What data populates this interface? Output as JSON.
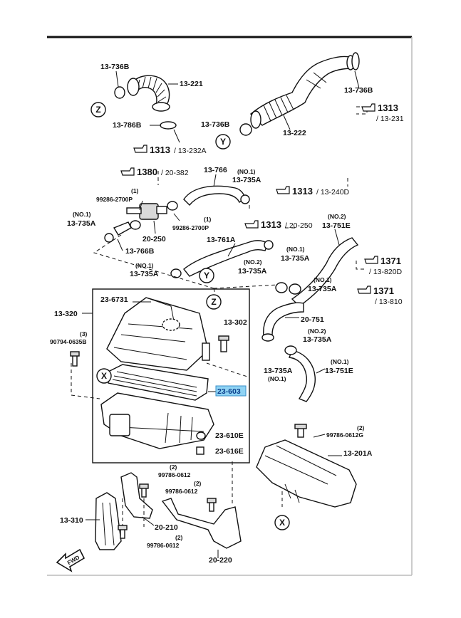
{
  "diagram": {
    "labels": {
      "p_13_736B_a": "13-736B",
      "p_13_221": "13-221",
      "p_13_786B": "13-786B",
      "p_13_736B_b": "13-736B",
      "p_13_222": "13-222",
      "p_13_736B_c": "13-736B",
      "p_13_766": "13-766",
      "p_no1_a": "(NO.1)",
      "p_13_735A_a": "13-735A",
      "p_qty1_a": "(1)",
      "p_99286_a": "99286-2700P",
      "p_no1_b": "(NO.1)",
      "p_13_735A_b": "13-735A",
      "p_20_250": "20-250",
      "p_qty1_b": "(1)",
      "p_99286_b": "99286-2700P",
      "p_13_766B": "13-766B",
      "p_13_761A": "13-761A",
      "p_no2_a": "(NO.2)",
      "p_13_751E_a": "13-751E",
      "p_no1_c": "(NO.1)",
      "p_13_735A_c": "13-735A",
      "p_no1_d": "(NO.1)",
      "p_13_735A_d": "13-735A",
      "p_no2_b": "(NO.2)",
      "p_13_735A_e": "13-735A",
      "p_no1_e": "(NO.1)",
      "p_13_735A_f": "13-735A",
      "p_13_320": "13-320",
      "p_23_6731": "23-6731",
      "p_13_302": "13-302",
      "p_qty3": "(3)",
      "p_90794": "90794-0635B",
      "p_20_751": "20-751",
      "p_no2_c": "(NO.2)",
      "p_13_735A_g": "13-735A",
      "p_13_735A_h": "13-735A",
      "p_no1_f": "(NO.1)",
      "p_no1_g": "(NO.1)",
      "p_13_751E_b": "13-751E",
      "p_23_603": "23-603",
      "p_23_610E": "23-610E",
      "p_23_616E": "23-616E",
      "p_qty2_a": "(2)",
      "p_99786_0612G": "99786-0612G",
      "p_13_201A": "13-201A",
      "p_qty2_b": "(2)",
      "p_99786_0612_a": "99786-0612",
      "p_qty2_c": "(2)",
      "p_99786_0612_b": "99786-0612",
      "p_13_310": "13-310",
      "p_20_210": "20-210",
      "p_qty2_d": "(2)",
      "p_99786_0612_c": "99786-0612",
      "p_20_220": "20-220",
      "fwd": "FWD"
    },
    "refs": [
      {
        "num": "1313",
        "sub": "/ 13-231"
      },
      {
        "num": "1313",
        "sub": "/ 13-232A"
      },
      {
        "num": "1380",
        "sub": "/ 20-382"
      },
      {
        "num": "1313",
        "sub": "/ 13-240D"
      },
      {
        "num": "1313",
        "sub": "/ 20-250"
      },
      {
        "num": "1371",
        "sub": "/ 13-820D"
      },
      {
        "num": "1371",
        "sub": "/ 13-810"
      }
    ],
    "markers": {
      "z1": "Z",
      "y1": "Y",
      "y2": "Y",
      "z2": "Z",
      "x1": "X",
      "x2": "X"
    },
    "highlight_color": "#8fd3f4"
  }
}
